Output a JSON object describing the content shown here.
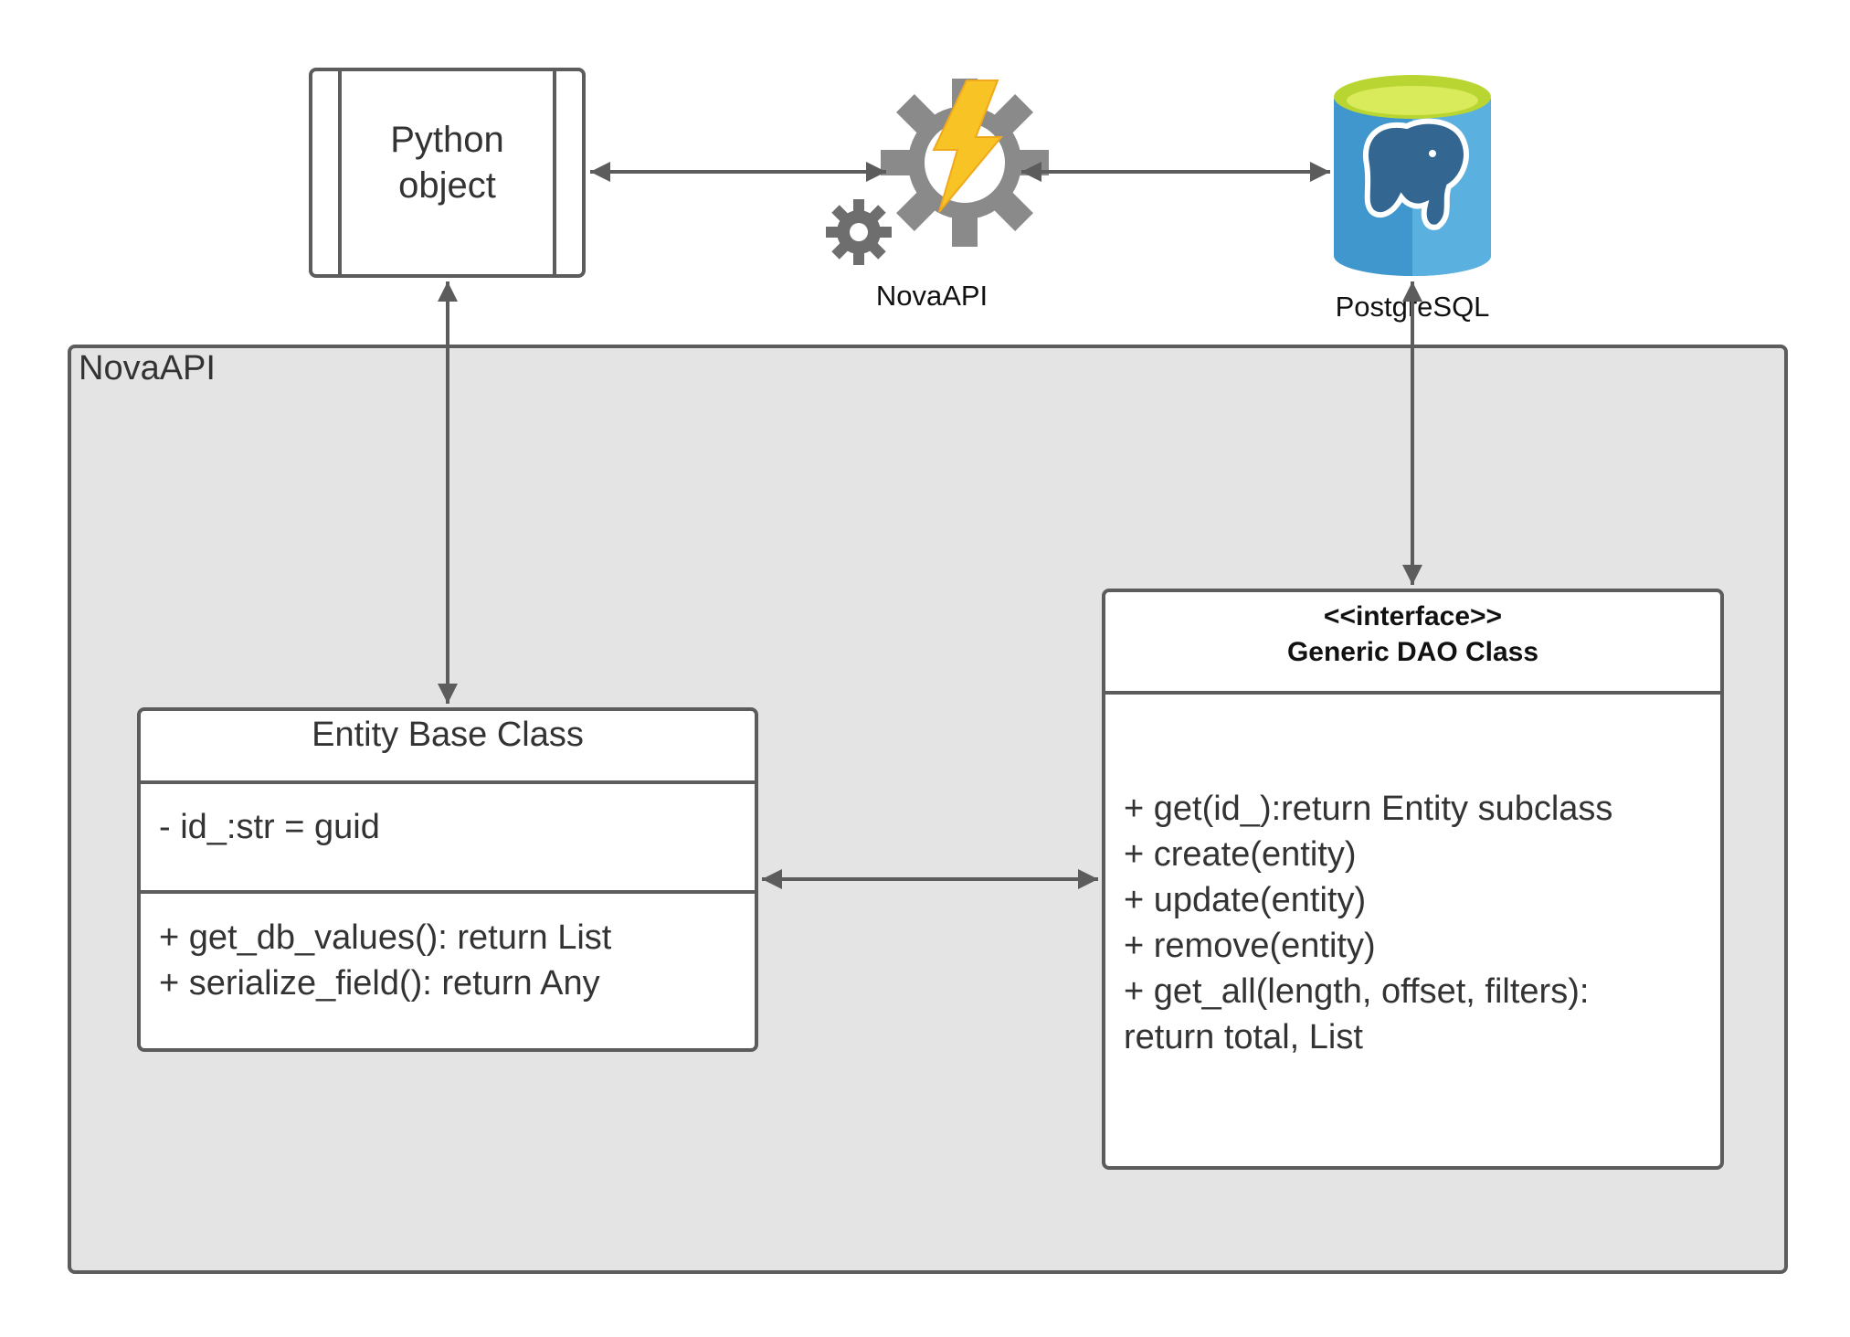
{
  "python_object": {
    "label_line1": "Python",
    "label_line2": "object"
  },
  "novaapi_icon": {
    "caption": "NovaAPI",
    "icon": "gear-lightning-icon"
  },
  "postgres_icon": {
    "caption": "PostgreSQL",
    "icon": "postgresql-database-icon"
  },
  "container": {
    "label": "NovaAPI"
  },
  "entity_class": {
    "title": "Entity Base Class",
    "attributes": [
      "- id_:str = guid"
    ],
    "operations": [
      "+ get_db_values(): return List",
      "+ serialize_field(): return Any"
    ]
  },
  "dao_class": {
    "stereotype": "<<interface>>",
    "title": "Generic DAO Class",
    "operations": [
      "+ get(id_):return Entity subclass",
      "+ create(entity)",
      "+ update(entity)",
      "+ remove(entity)",
      "+ get_all(length, offset, filters):",
      "return total, List"
    ]
  },
  "colors": {
    "line": "#5c5c5c",
    "container_fill": "#e4e4e4",
    "gear_gray": "#8a8a8a",
    "bolt_yellow": "#f7c325",
    "db_blue": "#3f97cd",
    "db_top_green": "#b9d531"
  }
}
